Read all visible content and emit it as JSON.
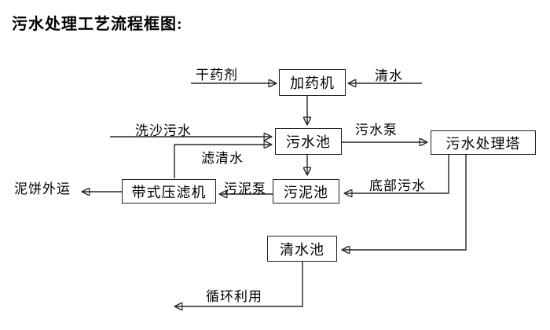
{
  "title": "污水处理工艺流程框图:",
  "nodes": {
    "dosing_machine": {
      "label": "加药机"
    },
    "sewage_pool": {
      "label": "污水池"
    },
    "treatment_tower": {
      "label": "污水处理塔"
    },
    "belt_filter_press": {
      "label": "带式压滤机"
    },
    "sludge_pool": {
      "label": "污泥池"
    },
    "clean_water_pool": {
      "label": "清水池"
    }
  },
  "edges": [
    {
      "label": "干药剂",
      "from": "external",
      "to": "dosing_machine"
    },
    {
      "label": "清水",
      "from": "external",
      "to": "dosing_machine"
    },
    {
      "label": "",
      "from": "dosing_machine",
      "to": "sewage_pool"
    },
    {
      "label": "洗沙污水",
      "from": "external",
      "to": "sewage_pool"
    },
    {
      "label": "滤清水",
      "from": "belt_filter_press",
      "to": "sewage_pool"
    },
    {
      "label": "污水泵",
      "from": "sewage_pool",
      "to": "treatment_tower"
    },
    {
      "label": "",
      "from": "sewage_pool",
      "to": "sludge_pool"
    },
    {
      "label": "底部污水",
      "from": "treatment_tower",
      "to": "sludge_pool"
    },
    {
      "label": "",
      "from": "treatment_tower",
      "to": "clean_water_pool"
    },
    {
      "label": "污泥泵",
      "from": "sludge_pool",
      "to": "belt_filter_press"
    },
    {
      "label": "泥饼外运",
      "from": "belt_filter_press",
      "to": "external"
    },
    {
      "label": "循环利用",
      "from": "clean_water_pool",
      "to": "external"
    }
  ],
  "colors": {
    "line": "#262626",
    "arrow": "#111111",
    "box_border": "#1f1f1f",
    "text": "#000000",
    "background": "#ffffff"
  }
}
